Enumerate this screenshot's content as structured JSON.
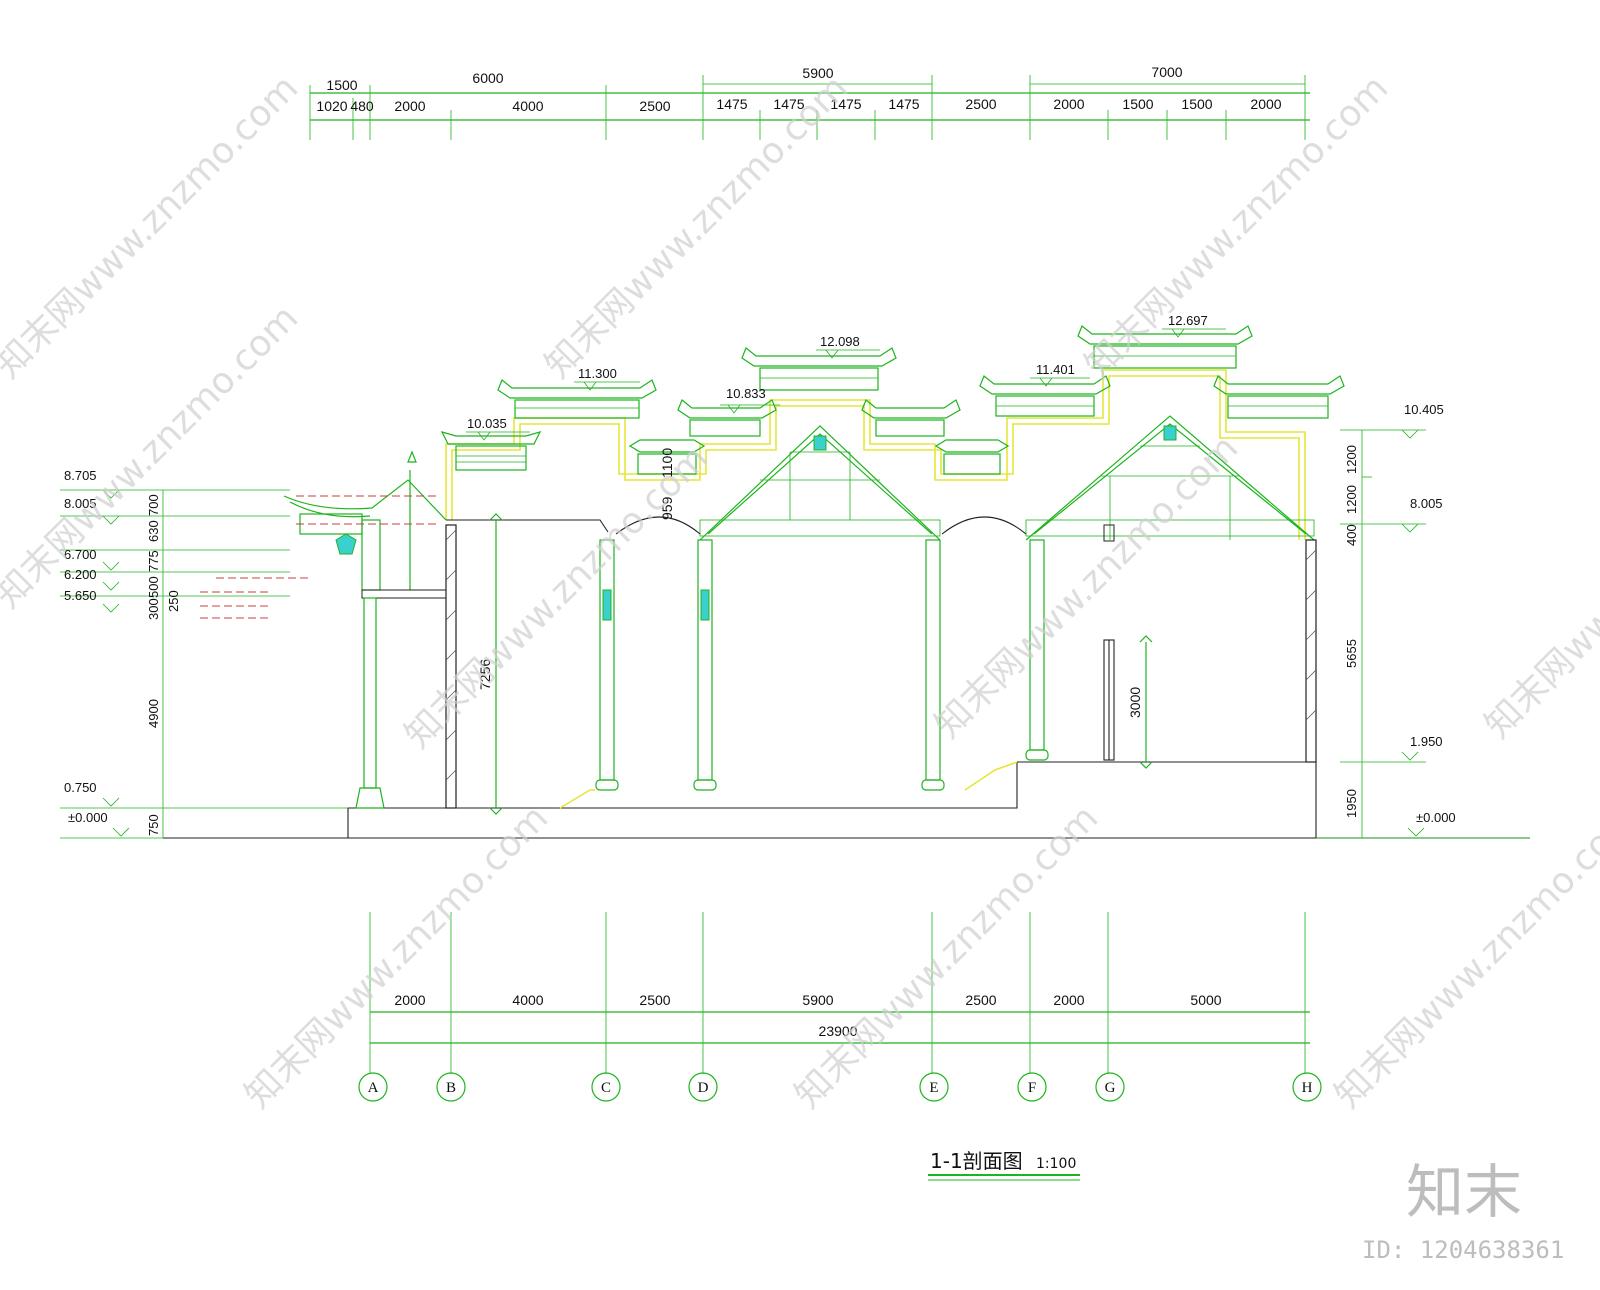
{
  "section_title": "1-1剖面图",
  "scale": "1:100",
  "watermark": "知末网www.znzmo.com",
  "logo_text": "知末",
  "id_text": "ID: 1204638361",
  "colors": {
    "line": "#1db41d",
    "wall": "#222222",
    "fire_wall": "#e6e63a",
    "ref_line": "#c83c3c"
  },
  "top_dims": {
    "overall": [
      "1500",
      "6000",
      "5900",
      "7000"
    ],
    "detail": [
      "1020",
      "480",
      "2000",
      "4000",
      "2500",
      "1475",
      "1475",
      "1475",
      "1475",
      "2500",
      "2000",
      "1500",
      "1500",
      "2000"
    ]
  },
  "bottom_dims": {
    "segments": [
      "2000",
      "4000",
      "2500",
      "5900",
      "2500",
      "2000",
      "5000"
    ],
    "total": "23900"
  },
  "axes": [
    "A",
    "B",
    "C",
    "D",
    "E",
    "F",
    "G",
    "H"
  ],
  "roof_elevations": [
    "10.035",
    "11.300",
    "10.833",
    "12.098",
    "11.401",
    "12.697"
  ],
  "left_elevations": [
    "8.705",
    "8.005",
    "6.700",
    "6.200",
    "5.650",
    "0.750",
    "±0.000"
  ],
  "right_elevations": [
    "10.405",
    "8.005",
    "1.950",
    "±0.000"
  ],
  "left_vertical_dims": [
    "700",
    "630",
    "775",
    "500",
    "300",
    "250",
    "4900",
    "750"
  ],
  "right_vertical_dims": [
    "1200",
    "1200",
    "400",
    "5655",
    "1950"
  ],
  "inner_dims": [
    "7256",
    "959",
    "1100",
    "3000"
  ]
}
